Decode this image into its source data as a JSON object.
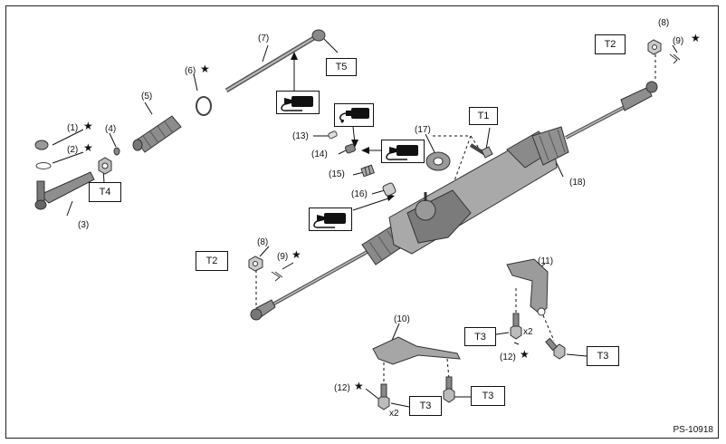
{
  "colors": {
    "ink": "#111111",
    "part_fill": "#9a9a9a",
    "part_dark": "#5e5e5e",
    "part_light": "#cfcfcf"
  },
  "torque_labels": {
    "t1": "T1",
    "t2a": "T2",
    "t2b": "T2",
    "t3a": "T3",
    "t3b": "T3",
    "t3c": "T3",
    "t3d": "T3",
    "t4": "T4",
    "t5": "T5"
  },
  "callouts": {
    "c1": "(1)",
    "c2": "(2)",
    "c3": "(3)",
    "c4": "(4)",
    "c5": "(5)",
    "c6": "(6)",
    "c7": "(7)",
    "c8a": "(8)",
    "c8b": "(8)",
    "c9a": "(9)",
    "c9b": "(9)",
    "c10": "(10)",
    "c11": "(11)",
    "c12a": "(12)",
    "c12b": "(12)",
    "c13": "(13)",
    "c14": "(14)",
    "c15": "(15)",
    "c16": "(16)",
    "c17": "(17)",
    "c18": "(18)"
  },
  "quantities": {
    "q1": "x2",
    "q2": "x2"
  },
  "star_glyph": "★",
  "icons": [
    "grease-applicator-icon",
    "grease-tube-icon",
    "grease-applicator-icon",
    "grease-applicator-icon"
  ],
  "figure_code": "PS-10918"
}
